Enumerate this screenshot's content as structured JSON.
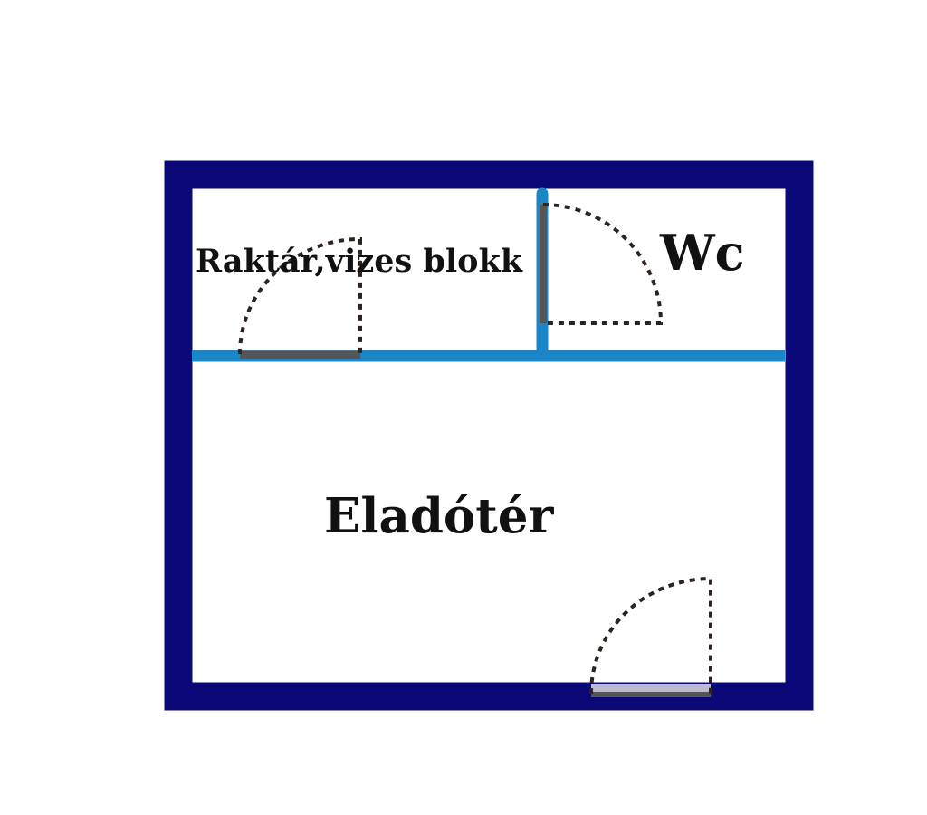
{
  "plan": {
    "rooms": {
      "storage": {
        "label": "Raktár,vizes blokk"
      },
      "wc": {
        "label": "Wc"
      },
      "sales": {
        "label": "Eladótér"
      }
    },
    "colors": {
      "outer_wall": "#0b0877",
      "inner_wall": "#1a86c7",
      "door_leaf": "#555555",
      "door_swing": "#2c231f",
      "entrance_threshold": "#bdbad3",
      "background": "#ffffff"
    },
    "doors": [
      {
        "id": "storage-door",
        "room": "storage"
      },
      {
        "id": "wc-door",
        "room": "wc"
      },
      {
        "id": "entrance-door",
        "room": "sales"
      }
    ]
  }
}
